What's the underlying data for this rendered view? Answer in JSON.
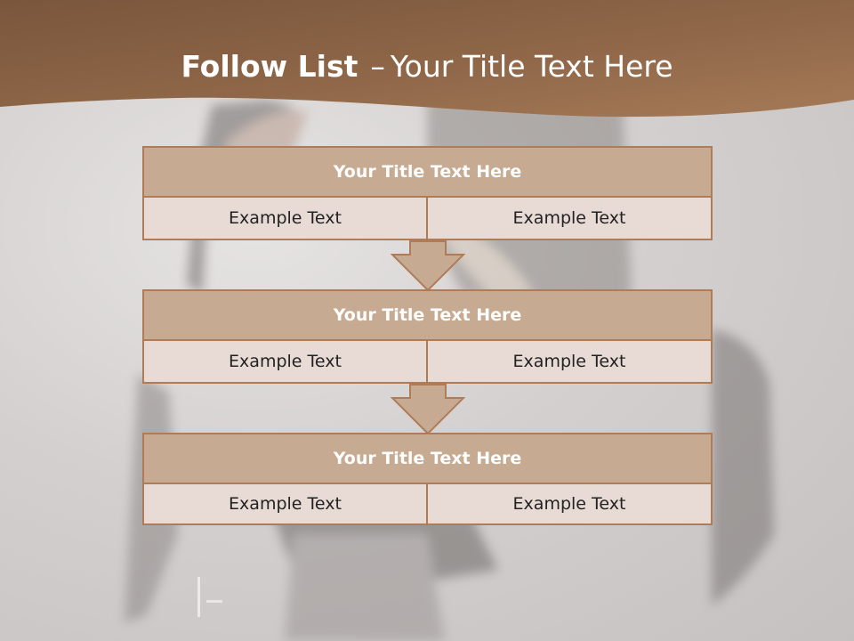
{
  "title": {
    "bold": "Follow List",
    "dash": "–",
    "rest": "Your Title Text Here"
  },
  "steps": [
    {
      "heading": "Your Title Text Here",
      "left": "Example Text",
      "right": "Example Text"
    },
    {
      "heading": "Your Title Text Here",
      "left": "Example Text",
      "right": "Example Text"
    },
    {
      "heading": "Your Title Text Here",
      "left": "Example Text",
      "right": "Example Text"
    }
  ],
  "colors": {
    "header_band": "#8a6245",
    "box_heading_fill": "#c7aa92",
    "box_cell_fill": "#e8dbd5",
    "box_border": "#b07b57",
    "arrow_fill": "#c7aa92"
  }
}
